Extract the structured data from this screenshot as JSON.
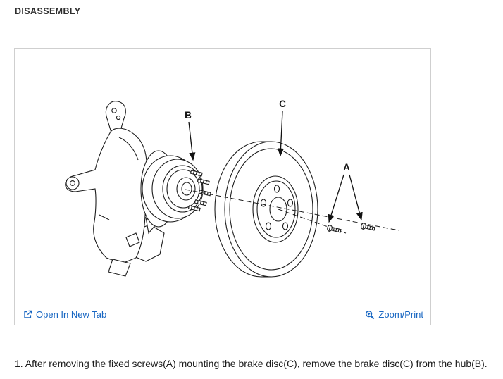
{
  "page": {
    "heading": "DISASSEMBLY",
    "instruction": "1. After removing the fixed screws(A) mounting the brake disc(C), remove the brake disc(C) from the hub(B)."
  },
  "figure": {
    "callouts": {
      "a": "A",
      "b": "B",
      "c": "C"
    },
    "actions": {
      "open_in_new_tab": "Open In New Tab",
      "zoom_print": "Zoom/Print"
    },
    "colors": {
      "link": "#1766c2",
      "border": "#cfcfcf",
      "line_art": "#1c1c1c"
    }
  }
}
